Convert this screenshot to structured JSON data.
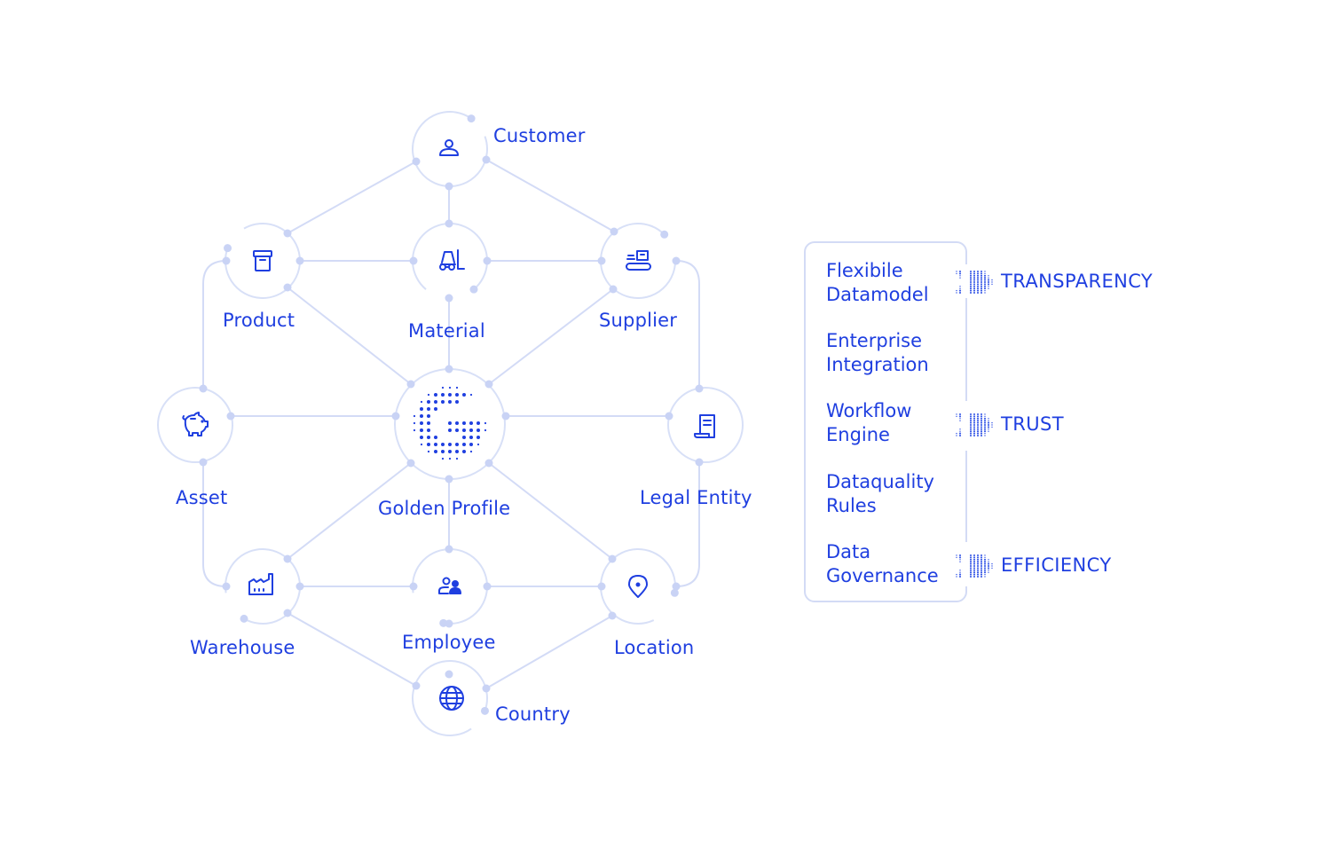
{
  "diagram": {
    "center": {
      "label": "Golden Profile",
      "icon": "golden-g-dotted-logo"
    },
    "nodes": [
      {
        "id": "customer",
        "label": "Customer",
        "icon": "person-icon"
      },
      {
        "id": "product",
        "label": "Product",
        "icon": "archive-box-icon"
      },
      {
        "id": "material",
        "label": "Material",
        "icon": "forklift-icon"
      },
      {
        "id": "supplier",
        "label": "Supplier",
        "icon": "conveyor-package-icon"
      },
      {
        "id": "asset",
        "label": "Asset",
        "icon": "piggy-bank-icon"
      },
      {
        "id": "legal_entity",
        "label": "Legal Entity",
        "icon": "document-scroll-icon"
      },
      {
        "id": "warehouse",
        "label": "Warehouse",
        "icon": "factory-icon"
      },
      {
        "id": "employee",
        "label": "Employee",
        "icon": "users-icon"
      },
      {
        "id": "location",
        "label": "Location",
        "icon": "map-pin-icon"
      },
      {
        "id": "country",
        "label": "Country",
        "icon": "globe-icon"
      }
    ]
  },
  "features": {
    "items": [
      {
        "line1": "Flexibile",
        "line2": "Datamodel"
      },
      {
        "line1": "Enterprise",
        "line2": "Integration"
      },
      {
        "line1": "Workflow",
        "line2": "Engine"
      },
      {
        "line1": "Dataquality",
        "line2": "Rules"
      },
      {
        "line1": "Data",
        "line2": "Governance"
      }
    ]
  },
  "outcomes": [
    {
      "label": "TRANSPARENCY",
      "icon": "dotted-chevron-arrow-icon"
    },
    {
      "label": "TRUST",
      "icon": "dotted-chevron-arrow-icon"
    },
    {
      "label": "EFFICIENCY",
      "icon": "dotted-chevron-arrow-icon"
    }
  ],
  "colors": {
    "accent": "#1f3fe0",
    "line": "#d0d9f6",
    "dot": "#c5d0f5"
  }
}
